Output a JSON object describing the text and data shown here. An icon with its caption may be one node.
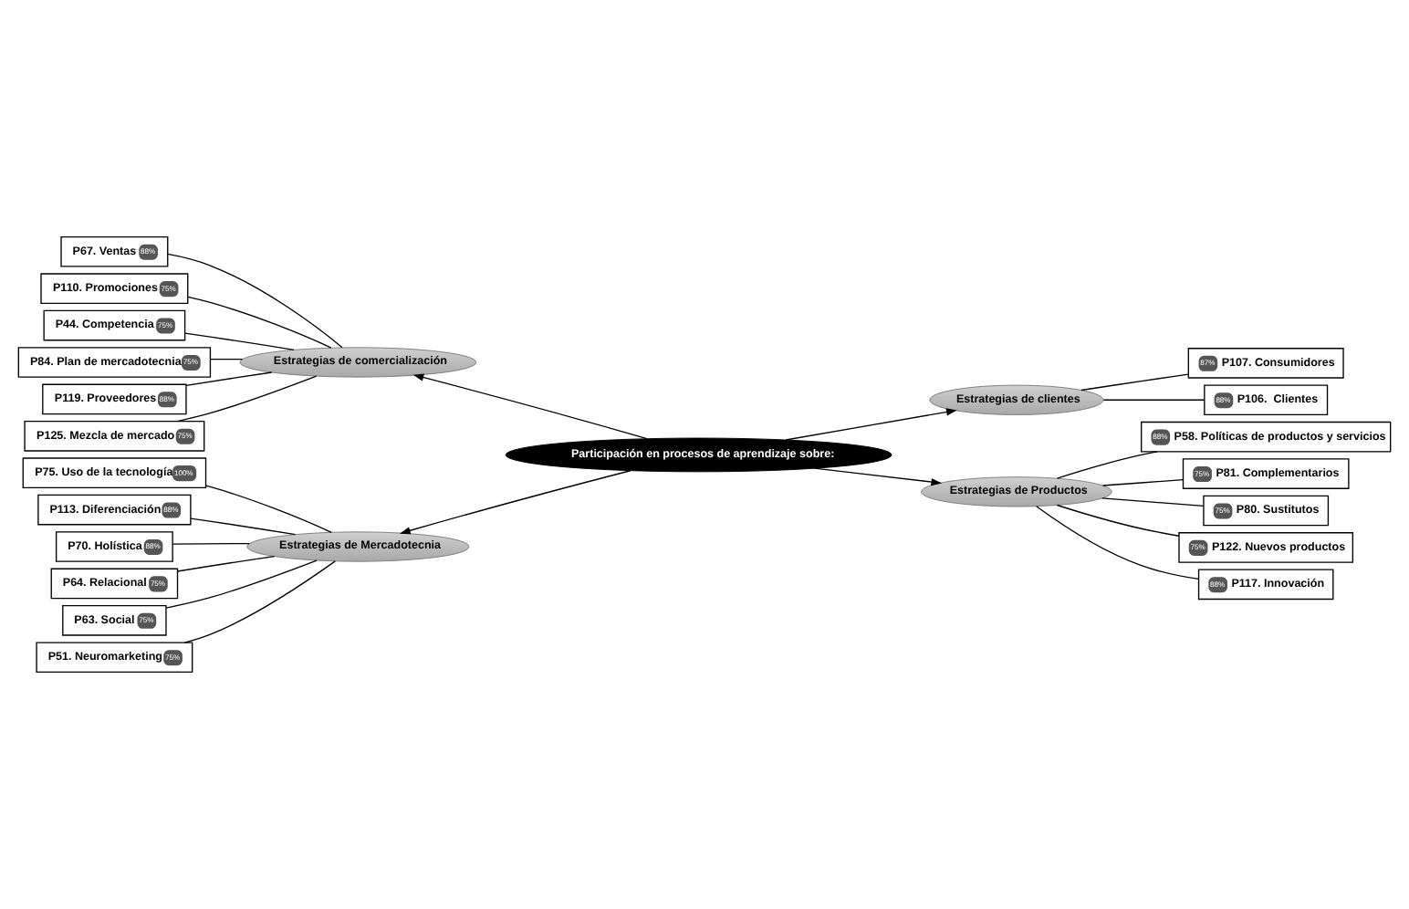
{
  "diagram": {
    "nodes": [
      {
        "text": [
          "Participación en procesos de aprendizaje sobre:"
        ]
      },
      {
        "text": [
          "Estrategias de comercialización"
        ]
      },
      {
        "text": [
          "P67. Ventas",
          "88%"
        ]
      },
      {
        "text": [
          "P110. Promociones",
          "75%"
        ]
      },
      {
        "text": [
          "P44. Competencia",
          "75%"
        ]
      },
      {
        "text": [
          "P84. Plan de mercadotecnia",
          "75%"
        ]
      },
      {
        "text": [
          "P119. Proveedores",
          "88%"
        ]
      },
      {
        "text": [
          "P125. Mezcla de mercado",
          "75%"
        ]
      },
      {
        "text": [
          "Estrategias de clientes"
        ]
      },
      {
        "text": [
          "87%",
          "P107. Consumidores"
        ]
      },
      {
        "text": [
          "88%",
          "P106.  Clientes"
        ]
      },
      {
        "text": [
          "Estrategias de Mercadotecnia"
        ]
      },
      {
        "text": [
          "P75. Uso de la tecnología",
          "100%"
        ]
      },
      {
        "text": [
          "P113. Diferenciación",
          "88%"
        ]
      },
      {
        "text": [
          "P70. Holística",
          "88%"
        ]
      },
      {
        "text": [
          "P64. Relacional",
          "75%"
        ]
      },
      {
        "text": [
          "P63. Social",
          "75%"
        ]
      },
      {
        "text": [
          "P51. Neuromarketing",
          "75%"
        ]
      },
      {
        "text": [
          "Estrategias de Productos"
        ]
      },
      {
        "text": [
          "88%",
          "P58. Políticas de productos y servicios"
        ]
      },
      {
        "text": [
          "75%",
          "P81. Complementarios"
        ]
      },
      {
        "text": [
          "75%",
          "P80. Sustitutos"
        ]
      },
      {
        "text": [
          "75%",
          "P122. Nuevos productos"
        ]
      },
      {
        "text": [
          "88%",
          "P117. Innovación"
        ]
      }
    ],
    "edges": [
      {
        "from": 0,
        "to": 1,
        "arrow": "to"
      },
      {
        "from": 0,
        "to": 8,
        "arrow": "to"
      },
      {
        "from": 0,
        "to": 11,
        "arrow": "to"
      },
      {
        "from": 0,
        "to": 18,
        "arrow": "to"
      },
      {
        "from": 1,
        "to": 2,
        "arrow": "none"
      },
      {
        "from": 1,
        "to": 3,
        "arrow": "none"
      },
      {
        "from": 1,
        "to": 4,
        "arrow": "none"
      },
      {
        "from": 1,
        "to": 5,
        "arrow": "none"
      },
      {
        "from": 1,
        "to": 6,
        "arrow": "none"
      },
      {
        "from": 1,
        "to": 7,
        "arrow": "none"
      },
      {
        "from": 8,
        "to": 9,
        "arrow": "none"
      },
      {
        "from": 8,
        "to": 10,
        "arrow": "none"
      },
      {
        "from": 11,
        "to": 12,
        "arrow": "none"
      },
      {
        "from": 11,
        "to": 13,
        "arrow": "none"
      },
      {
        "from": 11,
        "to": 14,
        "arrow": "none"
      },
      {
        "from": 11,
        "to": 15,
        "arrow": "none"
      },
      {
        "from": 11,
        "to": 16,
        "arrow": "none"
      },
      {
        "from": 11,
        "to": 17,
        "arrow": "none"
      },
      {
        "from": 18,
        "to": 19,
        "arrow": "none"
      },
      {
        "from": 18,
        "to": 20,
        "arrow": "none"
      },
      {
        "from": 18,
        "to": 21,
        "arrow": "none"
      },
      {
        "from": 18,
        "to": 22,
        "arrow": "none"
      },
      {
        "from": 18,
        "to": 23,
        "arrow": "none"
      }
    ]
  }
}
